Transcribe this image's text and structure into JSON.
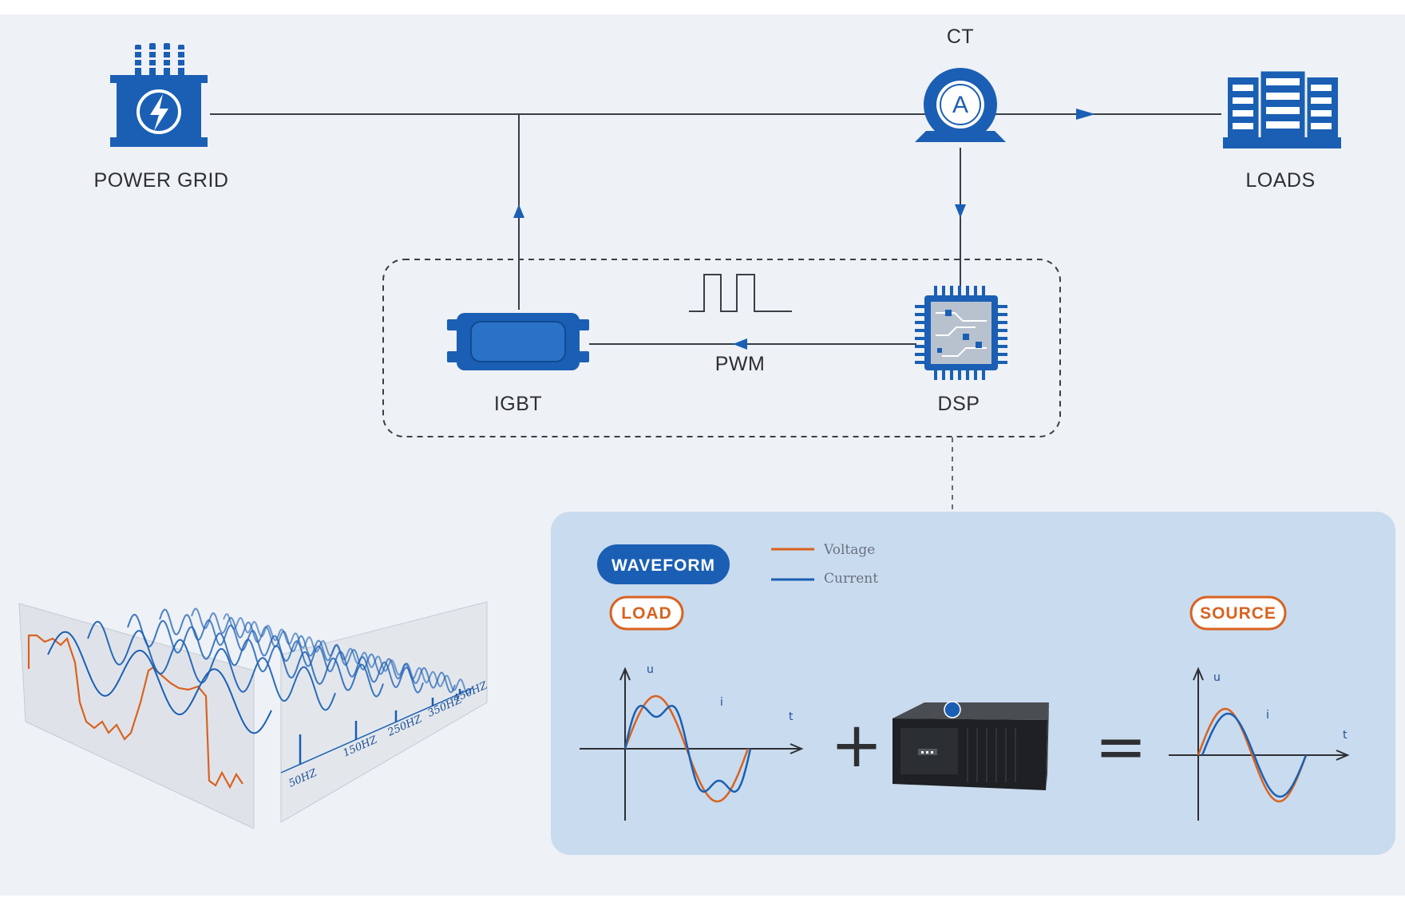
{
  "labels": {
    "power_grid": "POWER GRID",
    "ct": "CT",
    "ct_symbol": "A",
    "loads": "LOADS",
    "igbt": "IGBT",
    "dsp": "DSP",
    "pwm": "PWM"
  },
  "panel": {
    "waveform_badge": "WAVEFORM",
    "legend_voltage": "Voltage",
    "legend_current": "Current",
    "load_badge": "LOAD",
    "source_badge": "SOURCE",
    "axis_u": "u",
    "axis_i": "i",
    "axis_t": "t",
    "plus": "+",
    "equals": "="
  },
  "spectrum": {
    "freq_labels": [
      "50HZ",
      "150HZ",
      "250HZ",
      "350HZ",
      "450HZ"
    ]
  },
  "colors": {
    "primary_blue": "#1a5fb4",
    "line_dark": "#3a3f47",
    "orange": "#d9621f",
    "panel_bg": "#c9dbee",
    "page_bg": "#eef1f5"
  }
}
